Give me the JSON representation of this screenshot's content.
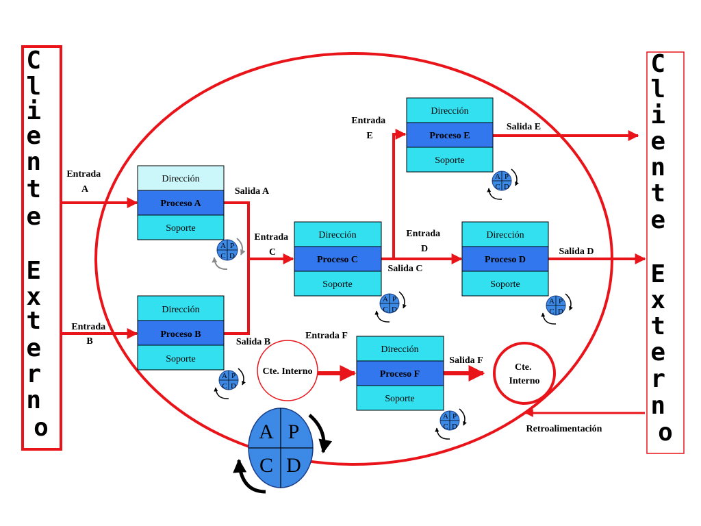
{
  "external_left": {
    "letters": [
      "C",
      "l",
      "i",
      "e",
      "n",
      "t",
      "e",
      "",
      "E",
      "x",
      "t",
      "e",
      "r",
      "n",
      "o"
    ]
  },
  "external_right": {
    "letters": [
      "C",
      "l",
      "i",
      "e",
      "n",
      "t",
      "e",
      "",
      "E",
      "x",
      "t",
      "e",
      "r",
      "n",
      "o"
    ]
  },
  "processes": {
    "a": {
      "top": "Dirección",
      "middle": "Proceso A",
      "bottom": "Soporte"
    },
    "b": {
      "top": "Dirección",
      "middle": "Proceso B",
      "bottom": "Soporte"
    },
    "c": {
      "top": "Dirección",
      "middle": "Proceso C",
      "bottom": "Soporte"
    },
    "d": {
      "top": "Dirección",
      "middle": "Proceso D",
      "bottom": "Soporte"
    },
    "e": {
      "top": "Dirección",
      "middle": "Proceso E",
      "bottom": "Soporte"
    },
    "f": {
      "top": "Dirección",
      "middle": "Proceso F",
      "bottom": "Soporte"
    }
  },
  "labels": {
    "entrada_a": [
      "Entrada",
      "A"
    ],
    "entrada_b": [
      "Entrada",
      "B"
    ],
    "entrada_c": [
      "Entrada",
      "C"
    ],
    "entrada_d": [
      "Entrada",
      "D"
    ],
    "entrada_e": [
      "Entrada",
      "E"
    ],
    "entrada_f": "Entrada F",
    "salida_a": "Salida A",
    "salida_b": "Salida B",
    "salida_c": "Salida C",
    "salida_d": "Salida D",
    "salida_e": "Salida E",
    "salida_f": "Salida F",
    "retro": "Retroalimentación"
  },
  "internal_clients": {
    "left": "Cte. Interno",
    "right": [
      "Cte.",
      "Interno"
    ]
  },
  "pdca": {
    "a": "A",
    "p": "P",
    "c": "C",
    "d": "D"
  },
  "colors": {
    "red": "#e8141a",
    "cyan": "#33e0f0",
    "light_cyan": "#ccf7fa",
    "blue": "#3377ee",
    "pdca_blue": "#3d8ae6",
    "gray_arrow": "#8a8a8a"
  }
}
